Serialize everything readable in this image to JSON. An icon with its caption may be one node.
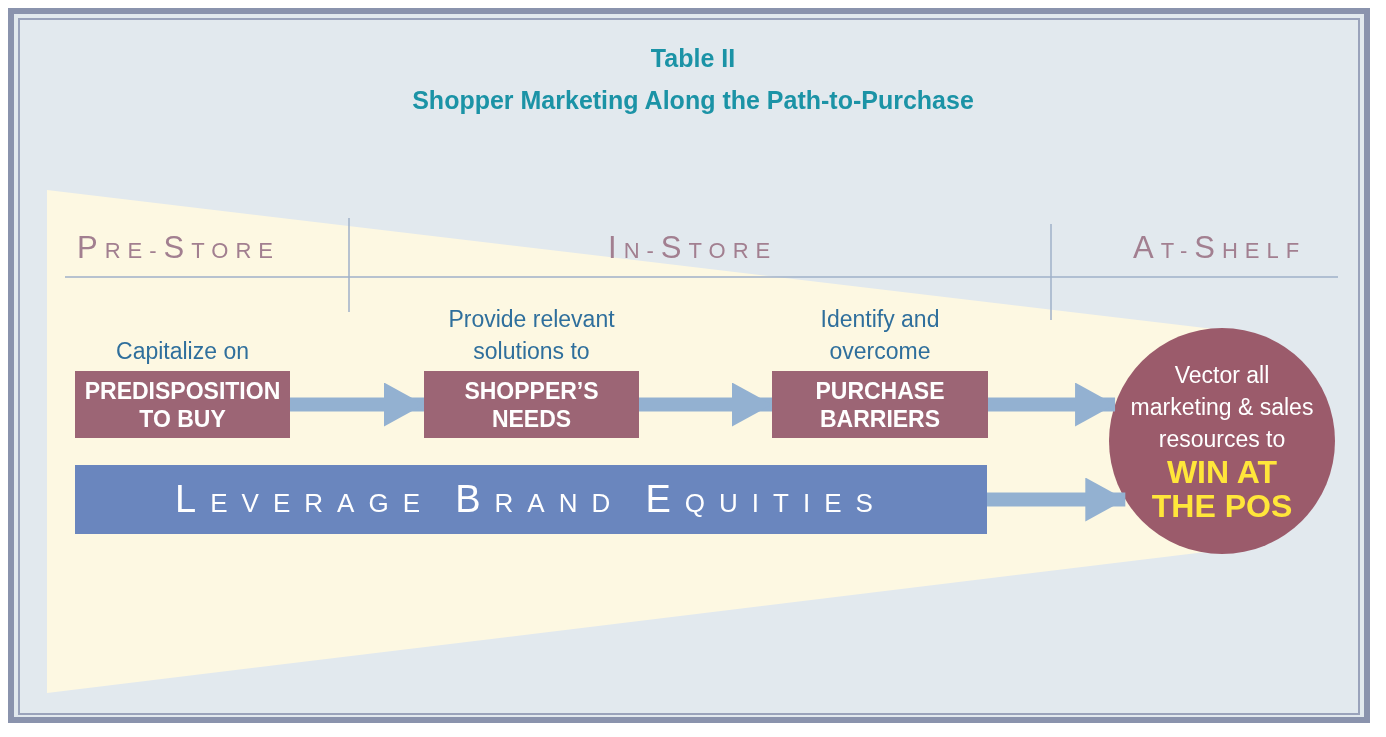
{
  "diagram": {
    "title": "Shopper Marketing Along the Path-to-Purchase",
    "nodes": [
      {
        "text": [
          "Capitalize on",
          "PREDISPOSITION TO BUY"
        ]
      },
      {
        "text": [
          "Provide relevant solutions to",
          "SHOPPER’S NEEDS"
        ]
      },
      {
        "text": [
          "Identify and overcome",
          "PURCHASE BARRIERS"
        ]
      },
      {
        "text": [
          "LEVERAGE BRAND EQUITIES"
        ]
      },
      {
        "text": [
          "Vector all marketing & sales resources to",
          "WIN AT THE POS"
        ]
      }
    ],
    "edges": [
      {
        "from": 0,
        "to": 1,
        "arrow": "to"
      },
      {
        "from": 1,
        "to": 2,
        "arrow": "to"
      },
      {
        "from": 2,
        "to": 4,
        "arrow": "to"
      },
      {
        "from": 3,
        "to": 4,
        "arrow": "to"
      }
    ],
    "labels": [
      "Table II",
      "PRE-STORE",
      "IN-STORE",
      "AT-SHELF"
    ]
  }
}
